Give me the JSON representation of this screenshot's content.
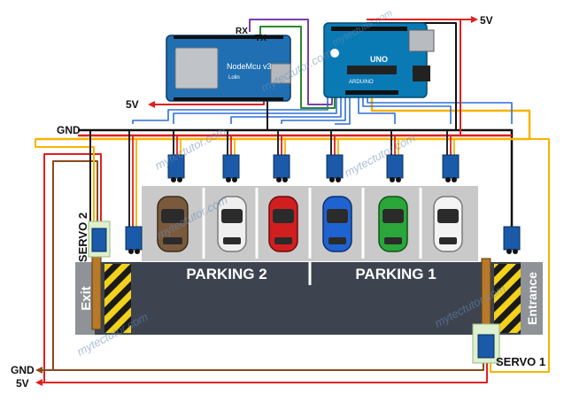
{
  "power": {
    "label_5v": "5V",
    "label_gnd": "GND"
  },
  "nodemcu": {
    "label": "NodeMcu v3",
    "sublabel": "Lolin",
    "pin_rx": "RX",
    "pin_tx": "TX"
  },
  "arduino": {
    "brand": "UNO",
    "logo": "ARDUINO"
  },
  "servos": {
    "servo_1": "SERVO 1",
    "servo_2": "SERVO 2"
  },
  "parking": {
    "zone_1": "PARKING 1",
    "zone_2": "PARKING 2",
    "exit": "Exit",
    "entrance": "Entrance"
  },
  "watermark": "mytectutor.com",
  "colors": {
    "red_wire": "#e02020",
    "black_wire": "#111111",
    "brown_wire": "#8a4a1c",
    "orange_wire": "#f6b400",
    "blue_wire": "#2f6fd6",
    "green_wire": "#2c8a2c",
    "purple_wire": "#7a3fb0",
    "road": "#3d4450",
    "lot": "#c9c9c9",
    "arduino": "#0a7ab5",
    "nodemcu": "#1f6fb2"
  },
  "cars": [
    "brown",
    "white",
    "red",
    "blue",
    "green",
    "white"
  ]
}
